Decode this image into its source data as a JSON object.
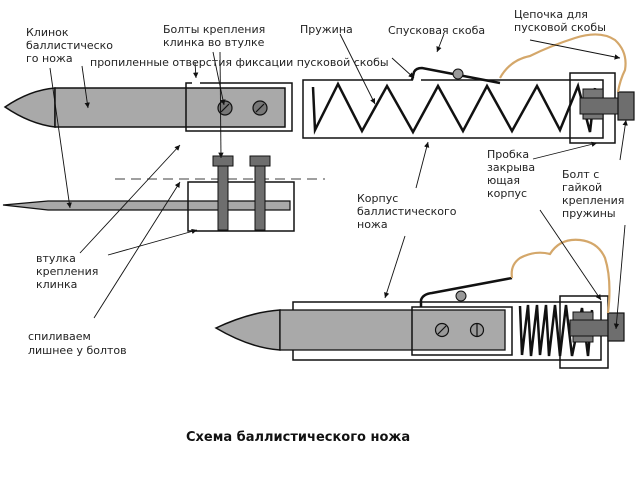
{
  "title": "Схема баллистического ножа",
  "colors": {
    "blade": "#a9a9a9",
    "bolt": "#6e6e6e",
    "chain": "#d4a76a",
    "line": "#111111"
  },
  "labels": {
    "blade": [
      "Клинок",
      "баллистическо",
      "го ножа"
    ],
    "blade_bolts": [
      "Болты крепления",
      "клинка во втулке"
    ],
    "spring": "Пружина",
    "trigger": "Спусковая скоба",
    "chain": [
      "Цепочка для",
      "пусковой скобы"
    ],
    "slots": "пропиленные отверстия фиксации пусковой скобы",
    "plug": [
      "Пробка",
      "закрыва",
      "ющая",
      "корпус"
    ],
    "spring_bolt": [
      "Болт с",
      "гайкой",
      "крепления",
      "пружины"
    ],
    "body": [
      "Корпус",
      "баллистического",
      "ножа"
    ],
    "sleeve": [
      "втулка",
      "крепления",
      "клинка"
    ],
    "trim": [
      "спиливаем",
      "лишнее у болтов"
    ]
  }
}
